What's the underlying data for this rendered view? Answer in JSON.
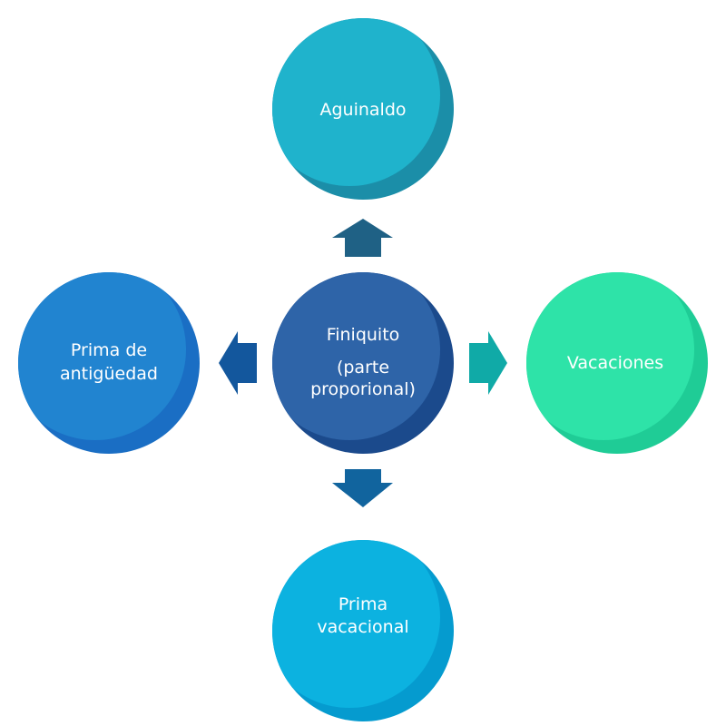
{
  "diagram": {
    "center": {
      "lines": [
        "Finiquito",
        "(parte",
        "proporional)"
      ],
      "colors": {
        "base": "#2e64a8",
        "shadow": "#1b4a8c"
      }
    },
    "nodes": [
      {
        "id": "aguinaldo",
        "lines": [
          "Aguinaldo"
        ],
        "position": "top",
        "colors": {
          "base": "#1fb3cc",
          "shadow": "#1b8ea8"
        }
      },
      {
        "id": "prima-antiguedad",
        "lines": [
          "Prima de",
          "antigüedad"
        ],
        "position": "left",
        "colors": {
          "base": "#2184d0",
          "shadow": "#1a6ec4"
        }
      },
      {
        "id": "vacaciones",
        "lines": [
          "Vacaciones"
        ],
        "position": "right",
        "colors": {
          "base": "#2ee3a8",
          "shadow": "#1fcc96"
        }
      },
      {
        "id": "prima-vacacional",
        "lines": [
          "Prima",
          "vacacional"
        ],
        "position": "bottom",
        "colors": {
          "base": "#0cb2e0",
          "shadow": "#059bcf"
        }
      }
    ],
    "arrows": [
      {
        "direction": "up",
        "color": "#1f6185"
      },
      {
        "direction": "left",
        "color": "#13579d"
      },
      {
        "direction": "right",
        "color": "#10aaa7"
      },
      {
        "direction": "down",
        "color": "#11649e"
      }
    ]
  }
}
